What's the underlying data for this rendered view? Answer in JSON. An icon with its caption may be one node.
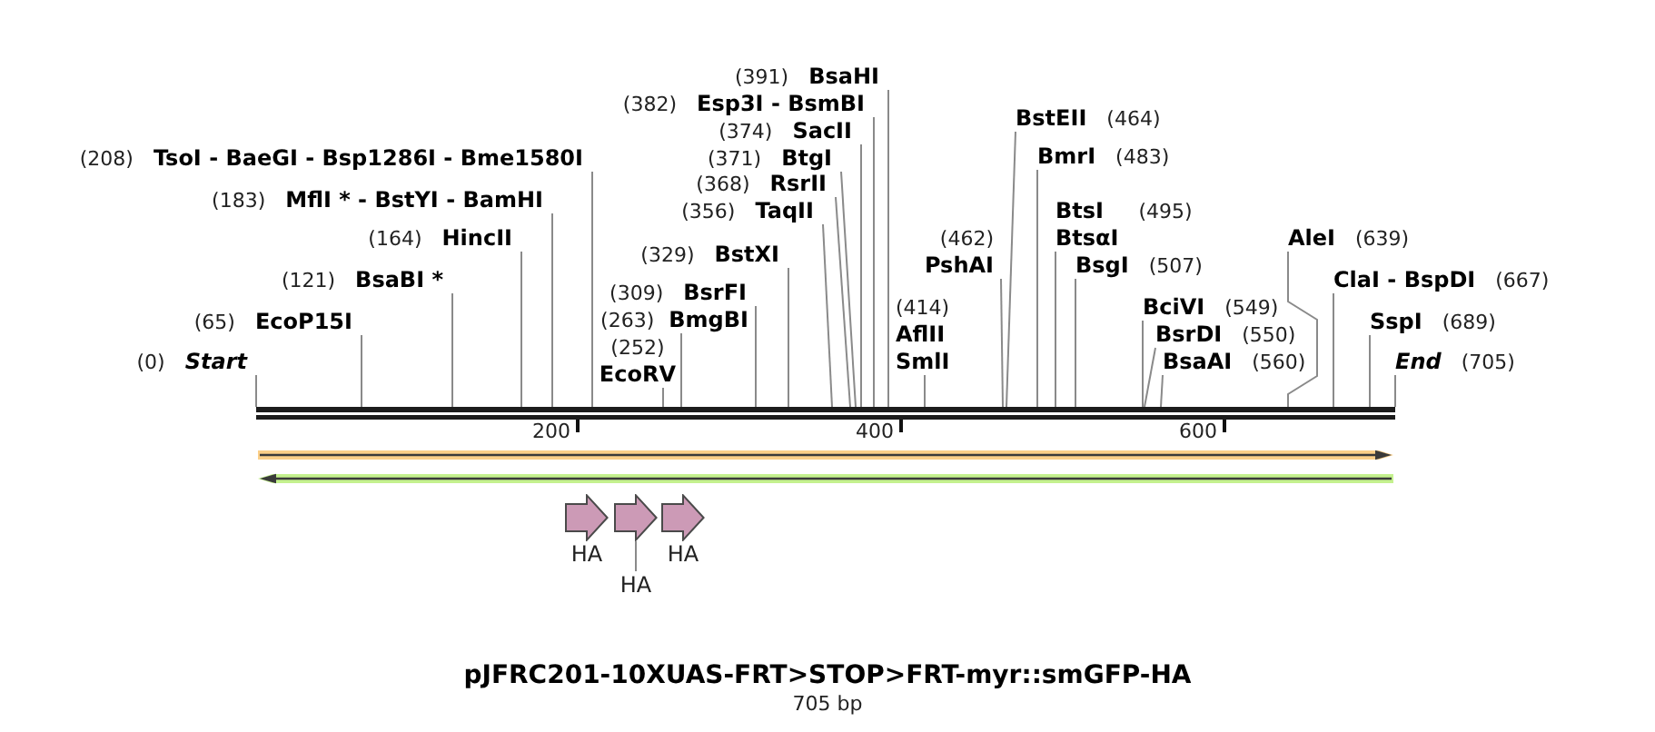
{
  "diagram": {
    "title": "pJFRC201-10XUAS-FRT>STOP>FRT-myr::smGFP-HA",
    "caption": "705 bp",
    "nodes": [
      {
        "text": [
          "(391)",
          "BsaHI"
        ]
      },
      {
        "text": [
          "(382)",
          "Esp3I - BsmBI"
        ]
      },
      {
        "text": [
          "BstEII",
          "(464)"
        ]
      },
      {
        "text": [
          "(374)",
          "SacII"
        ]
      },
      {
        "text": [
          "(208)",
          "TsoI - BaeGI - Bsp1286I - Bme1580I"
        ]
      },
      {
        "text": [
          "(371)",
          "BtgI"
        ]
      },
      {
        "text": [
          "BmrI",
          "(483)"
        ]
      },
      {
        "text": [
          "(368)",
          "RsrII"
        ]
      },
      {
        "text": [
          "(183)",
          "MflI * - BstYI - BamHI"
        ]
      },
      {
        "text": [
          "(356)",
          "TaqII"
        ]
      },
      {
        "text": [
          "BtsI",
          "(495)",
          "BtsαI"
        ]
      },
      {
        "text": [
          "(164)",
          "HincII"
        ]
      },
      {
        "text": [
          "AleI",
          "(639)"
        ]
      },
      {
        "text": [
          "(329)",
          "BstXI"
        ]
      },
      {
        "text": [
          "(462)",
          "PshAI"
        ]
      },
      {
        "text": [
          "BsgI",
          "(507)"
        ]
      },
      {
        "text": [
          "(121)",
          "BsaBI *"
        ]
      },
      {
        "text": [
          "ClaI - BspDI",
          "(667)"
        ]
      },
      {
        "text": [
          "(309)",
          "BsrFI"
        ]
      },
      {
        "text": [
          "BciVI",
          "(549)"
        ]
      },
      {
        "text": [
          "(65)",
          "EcoP15I"
        ]
      },
      {
        "text": [
          "SspI",
          "(689)"
        ]
      },
      {
        "text": [
          "(263)",
          "BmgBI"
        ]
      },
      {
        "text": [
          "(414)",
          "AflII",
          "SmlI"
        ]
      },
      {
        "text": [
          "BsrDI",
          "(550)"
        ]
      },
      {
        "text": [
          "(0)",
          "Start"
        ]
      },
      {
        "text": [
          "(252)",
          "EcoRV"
        ]
      },
      {
        "text": [
          "BsaAI",
          "(560)"
        ]
      },
      {
        "text": [
          "End",
          "(705)"
        ]
      },
      {
        "text": [],
        "shape": "bar"
      },
      {
        "text": [],
        "shape": "arrow"
      },
      {
        "text": [],
        "shape": "arrow"
      },
      {
        "text": [],
        "shape": "arrow",
        "beside": [
          "HA"
        ]
      },
      {
        "text": [],
        "shape": "arrow"
      },
      {
        "text": [],
        "shape": "arrow",
        "beside": [
          "HA"
        ]
      },
      {
        "text": [
          "HA"
        ]
      }
    ],
    "edges": [
      {
        "from": 0,
        "to": 29,
        "arrow": "none"
      },
      {
        "from": 1,
        "to": 29,
        "arrow": "none"
      },
      {
        "from": 2,
        "to": 29,
        "arrow": "none"
      },
      {
        "from": 3,
        "to": 29,
        "arrow": "none"
      },
      {
        "from": 4,
        "to": 29,
        "arrow": "none"
      },
      {
        "from": 5,
        "to": 29,
        "arrow": "none"
      },
      {
        "from": 6,
        "to": 29,
        "arrow": "none"
      },
      {
        "from": 7,
        "to": 29,
        "arrow": "none"
      },
      {
        "from": 8,
        "to": 29,
        "arrow": "none"
      },
      {
        "from": 9,
        "to": 29,
        "arrow": "none"
      },
      {
        "from": 10,
        "to": 29,
        "arrow": "none"
      },
      {
        "from": 11,
        "to": 29,
        "arrow": "none"
      },
      {
        "from": 12,
        "to": 29,
        "arrow": "none"
      },
      {
        "from": 13,
        "to": 29,
        "arrow": "none"
      },
      {
        "from": 14,
        "to": 29,
        "arrow": "none"
      },
      {
        "from": 15,
        "to": 29,
        "arrow": "none"
      },
      {
        "from": 16,
        "to": 29,
        "arrow": "none"
      },
      {
        "from": 17,
        "to": 29,
        "arrow": "none"
      },
      {
        "from": 18,
        "to": 29,
        "arrow": "none"
      },
      {
        "from": 19,
        "to": 29,
        "arrow": "none"
      },
      {
        "from": 20,
        "to": 29,
        "arrow": "none"
      },
      {
        "from": 21,
        "to": 29,
        "arrow": "none"
      },
      {
        "from": 22,
        "to": 29,
        "arrow": "none"
      },
      {
        "from": 23,
        "to": 29,
        "arrow": "none"
      },
      {
        "from": 24,
        "to": 29,
        "arrow": "none"
      },
      {
        "from": 25,
        "to": 29,
        "arrow": "none"
      },
      {
        "from": 26,
        "to": 29,
        "arrow": "none"
      },
      {
        "from": 27,
        "to": 29,
        "arrow": "none"
      },
      {
        "from": 28,
        "to": 29,
        "arrow": "none"
      },
      {
        "from": 35,
        "to": 33,
        "arrow": "none"
      }
    ],
    "labels": [
      "200",
      "400",
      "600"
    ]
  }
}
